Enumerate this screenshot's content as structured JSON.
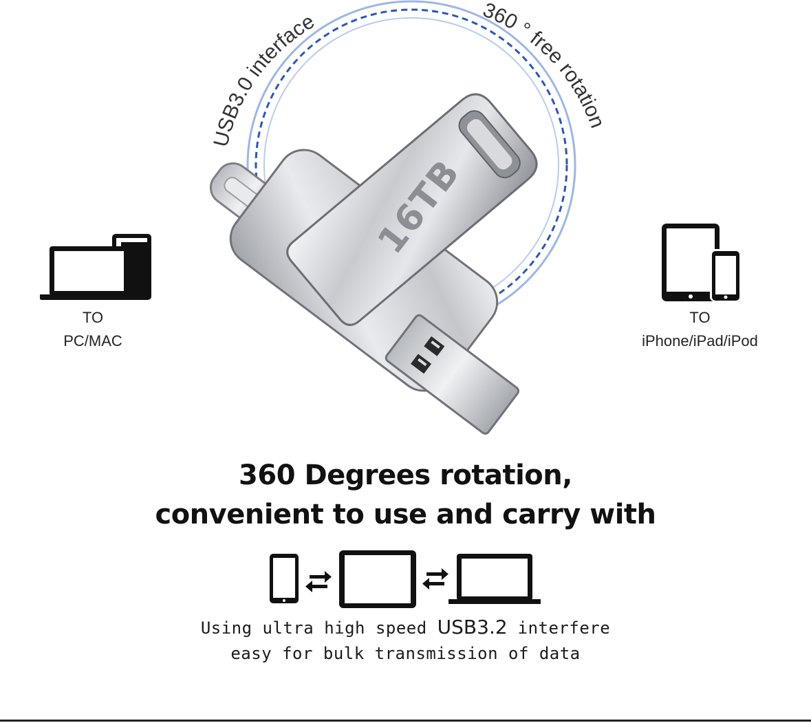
{
  "rotation_ring": {
    "left_caption": "USB3.0 interface",
    "right_caption": "360 ° free rotation"
  },
  "drive": {
    "capacity_label": "16TB"
  },
  "left_device": {
    "line1": "TO",
    "line2": "PC/MAC"
  },
  "right_device": {
    "line1": "TO",
    "line2": "iPhone/iPad/iPod"
  },
  "headline": {
    "line1": "360 Degrees rotation,",
    "line2": "convenient to use and carry with"
  },
  "transfer_row": {
    "icons": [
      "phone-icon",
      "exchange-arrows-icon",
      "tablet-icon",
      "exchange-arrows-icon",
      "laptop-icon"
    ]
  },
  "description": {
    "line1_before": "Using ultra high speed ",
    "line1_emphasis": "USB3.2",
    "line1_after": " interfere",
    "line2": "easy for bulk transmission of data"
  },
  "colors": {
    "ring_blue": "#2a56b8",
    "ring_light_blue": "#7fa2e0",
    "icon_black": "#111111",
    "metal_silver": "#c9cbcf"
  }
}
